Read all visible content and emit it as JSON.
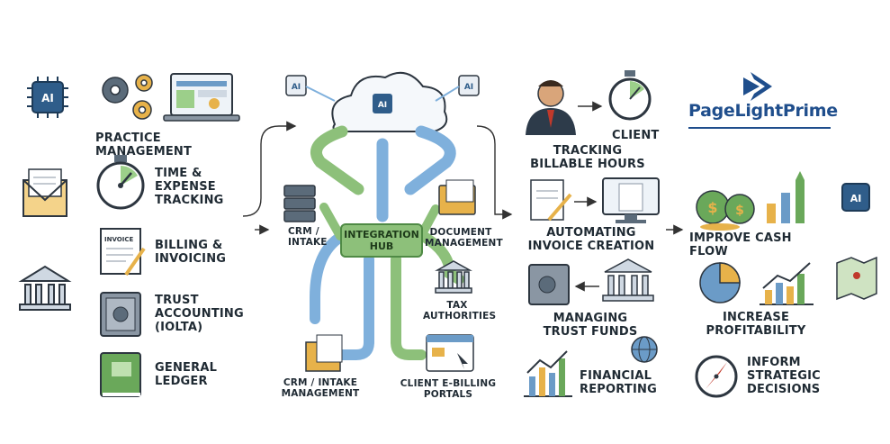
{
  "brand": {
    "name": "PageLightPrime"
  },
  "left_column": [
    {
      "id": "practice",
      "label": "PRACTICE MANAGEMENT"
    },
    {
      "id": "time",
      "label": "TIME & EXPENSE TRACKING"
    },
    {
      "id": "billing",
      "label": "BILLING & INVOICING"
    },
    {
      "id": "trust",
      "label": "TRUST ACCOUNTING (IOLTA)"
    },
    {
      "id": "ledger",
      "label": "GENERAL LEDGER"
    }
  ],
  "hub": {
    "label": "INTEGRATION HUB",
    "crm_top": "CRM / INTAKE",
    "document": "DOCUMENT MANAGEMENT",
    "tax": "TAX AUTHORITIES",
    "crm_bottom": "CRM / INTAKE MANAGEMENT",
    "ebilling": "CLIENT E-BILLING PORTALS"
  },
  "right_processes": [
    {
      "id": "client",
      "label": "CLIENT"
    },
    {
      "id": "tracking",
      "label": "TRACKING BILLABLE HOURS"
    },
    {
      "id": "automating",
      "label": "AUTOMATING INVOICE CREATION"
    },
    {
      "id": "trustfunds",
      "label": "MANAGING TRUST FUNDS"
    },
    {
      "id": "financial",
      "label": "FINANCIAL REPORTING"
    }
  ],
  "outcomes": [
    {
      "id": "cash",
      "label": "IMPROVE CASH FLOW"
    },
    {
      "id": "profit",
      "label": "INCREASE PROFITABILITY"
    },
    {
      "id": "decisions",
      "label": "INFORM STRATEGIC DECISIONS"
    }
  ],
  "ai_badge": "AI",
  "invoice_doc": "INVOICE",
  "colors": {
    "blue_arrow": "#7fb0dc",
    "green_arrow": "#8dc07a",
    "brand": "#1f4e8c",
    "gold": "#e7b24a"
  }
}
